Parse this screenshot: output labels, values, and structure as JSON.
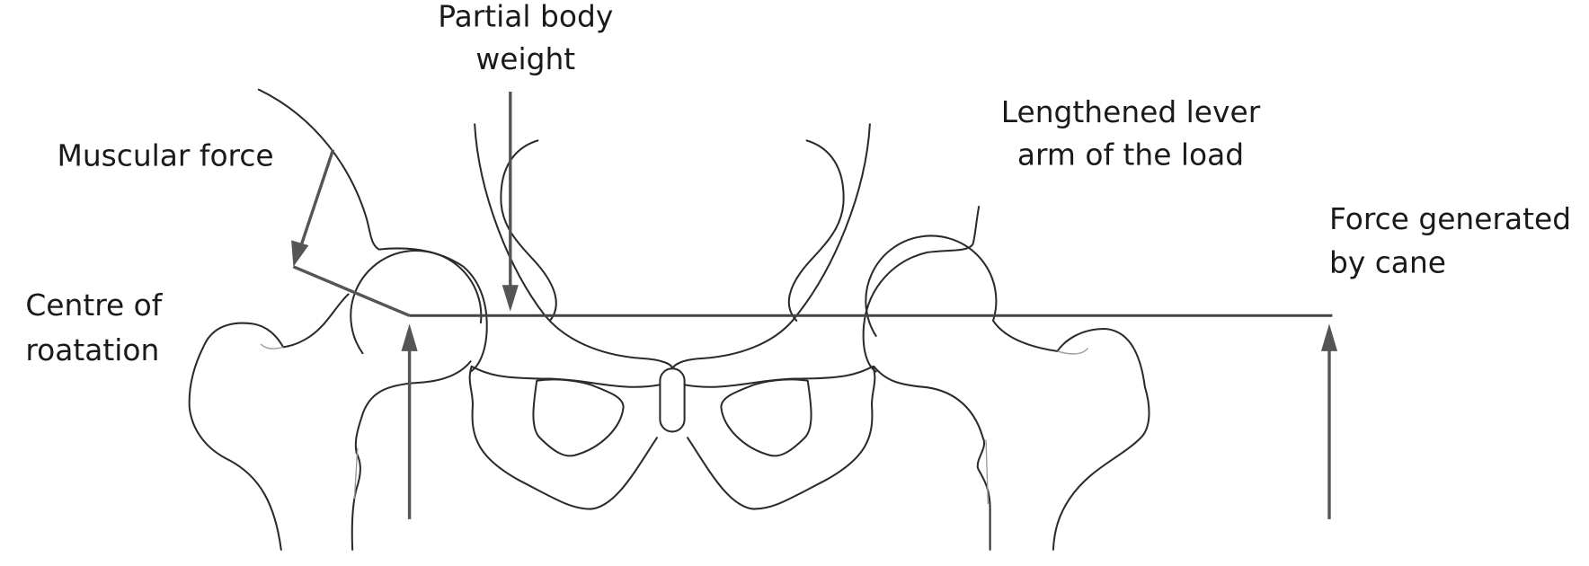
{
  "figure": {
    "subject": "Hip joint biomechanics with cane support",
    "colors": {
      "bone_outline": "#2b2b2b",
      "force_arrow": "#555555",
      "lever_line": "#444444",
      "text": "#1a1a1a",
      "background": "#ffffff"
    }
  },
  "labels": {
    "partial_body_weight": [
      "Partial body",
      "weight"
    ],
    "muscular_force": "Muscular force",
    "centre_of_rotation": [
      "Centre of",
      "roatation"
    ],
    "lengthened_lever_arm": [
      "Lengthened lever",
      "arm of the load"
    ],
    "cane_force": [
      "Force generated",
      "by cane"
    ]
  },
  "forces": [
    {
      "name": "Partial body weight",
      "direction": "down"
    },
    {
      "name": "Muscular force",
      "direction": "down-left"
    },
    {
      "name": "Joint reaction at centre of rotation",
      "direction": "up"
    },
    {
      "name": "Force generated by cane",
      "direction": "up"
    }
  ]
}
